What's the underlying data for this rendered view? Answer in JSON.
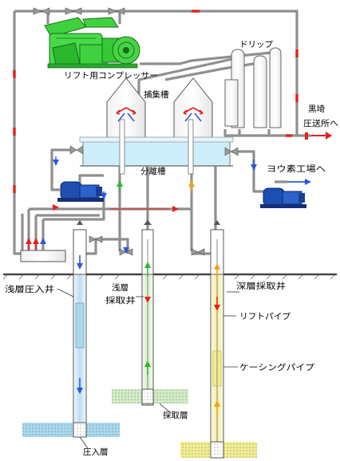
{
  "labels": {
    "compressor": "リフト用コンプレッサー",
    "drip": "ドリップ",
    "collector": "捕集槽",
    "kurosaki_line1": "黒埼",
    "kurosaki_line2": "圧送所へ",
    "separator": "分離槽",
    "iodine_plant": "ヨウ素工場へ",
    "shallow_injection_well": "浅層圧入井",
    "shallow_production_well_line1": "浅層",
    "shallow_production_well_line2": "採取井",
    "deep_production_well": "深層採取井",
    "lift_pipe": "リフトパイプ",
    "casing_pipe": "ケーシングパイプ",
    "production_layer": "採取層",
    "injection_layer": "圧入層"
  },
  "colors": {
    "pipe": "#9a9a9a",
    "machine_green": "#3fd23f",
    "pump_blue": "#1c4fb0",
    "water": "#cfeefb",
    "injection_layer": "#a8d8ef",
    "production_layer": "#d2ecc4",
    "deep_layer": "#f2ee90",
    "valve_red": "#e8201c",
    "flow_red": "#e8201c",
    "flow_blue": "#2a58e0",
    "flow_green": "#2fb52f",
    "flow_orange": "#f0a020"
  }
}
